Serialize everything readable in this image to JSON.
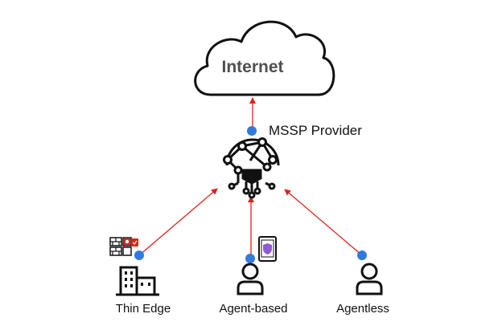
{
  "cloud": {
    "label": "Internet"
  },
  "provider": {
    "label": "MSSP Provider",
    "icon": "network-hub-icon"
  },
  "endpoints": [
    {
      "label": "Thin Edge",
      "icon": "building-icon",
      "badge": "firewall-app-icon"
    },
    {
      "label": "Agent-based",
      "icon": "user-icon",
      "badge": "tablet-shield-icon"
    },
    {
      "label": "Agentless",
      "icon": "user-icon"
    }
  ],
  "colors": {
    "arrow": "#d9241c",
    "dot": "#2f7be0",
    "stroke": "#111111",
    "badge_red": "#d9241c",
    "shield": "#8e5bd2"
  }
}
